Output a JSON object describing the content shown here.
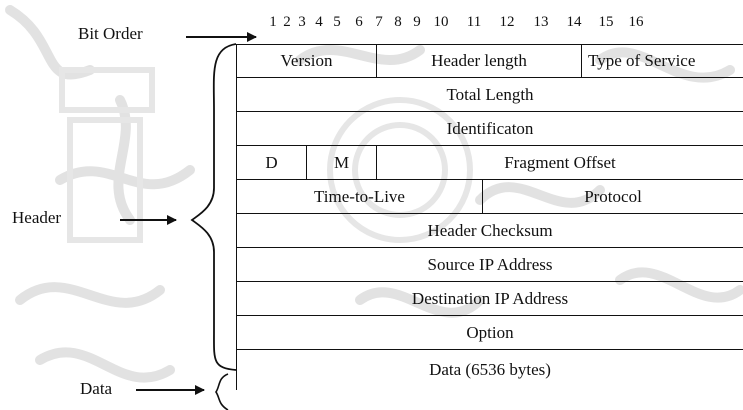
{
  "labels": {
    "bit_order": "Bit Order",
    "header": "Header",
    "data": "Data"
  },
  "bit_numbers": [
    "1",
    "2",
    "3",
    "4",
    "5",
    "6",
    "7",
    "8",
    "9",
    "10",
    "11",
    "12",
    "13",
    "14",
    "15",
    "16"
  ],
  "rows": [
    [
      "Version",
      "Header length",
      "Type of Service"
    ],
    [
      "Total Length"
    ],
    [
      "Identificaton"
    ],
    [
      "D",
      "M",
      "Fragment Offset"
    ],
    [
      "Time-to-Live",
      "Protocol"
    ],
    [
      "Header Checksum"
    ],
    [
      "Source IP Address"
    ],
    [
      "Destination IP Address"
    ],
    [
      "Option"
    ],
    [
      "Data (6536 bytes)"
    ]
  ],
  "colors": {
    "ink": "#111111",
    "watermark": "#e2e2e2"
  }
}
